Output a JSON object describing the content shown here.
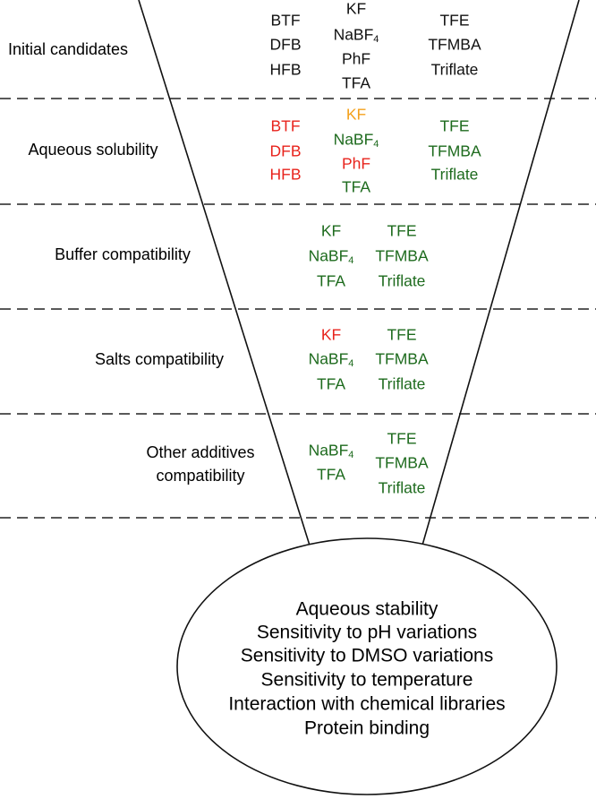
{
  "colors": {
    "neutral": "#111111",
    "fail": "#e8231c",
    "partial": "#f4a11c",
    "pass": "#1e6b1e"
  },
  "stages": [
    {
      "label": [
        "Initial candidates"
      ],
      "columns": [
        [
          {
            "text": "BTF",
            "status": "neutral"
          },
          {
            "text": "DFB",
            "status": "neutral"
          },
          {
            "text": "HFB",
            "status": "neutral"
          }
        ],
        [
          {
            "text": "KF",
            "status": "neutral"
          },
          {
            "text": "NaBF",
            "sub": "4",
            "status": "neutral"
          },
          {
            "text": "PhF",
            "status": "neutral"
          },
          {
            "text": "TFA",
            "status": "neutral"
          }
        ],
        [
          {
            "text": "TFE",
            "status": "neutral"
          },
          {
            "text": "TFMBA",
            "status": "neutral"
          },
          {
            "text": "Triflate",
            "status": "neutral"
          }
        ]
      ]
    },
    {
      "label": [
        "Aqueous solubility"
      ],
      "columns": [
        [
          {
            "text": "BTF",
            "status": "fail"
          },
          {
            "text": "DFB",
            "status": "fail"
          },
          {
            "text": "HFB",
            "status": "fail"
          }
        ],
        [
          {
            "text": "KF",
            "status": "partial"
          },
          {
            "text": "NaBF",
            "sub": "4",
            "status": "pass"
          },
          {
            "text": "PhF",
            "status": "fail"
          },
          {
            "text": "TFA",
            "status": "pass"
          }
        ],
        [
          {
            "text": "TFE",
            "status": "pass"
          },
          {
            "text": "TFMBA",
            "status": "pass"
          },
          {
            "text": "Triflate",
            "status": "pass"
          }
        ]
      ]
    },
    {
      "label": [
        "Buffer compatibility"
      ],
      "columns": [
        [
          {
            "text": "KF",
            "status": "pass"
          },
          {
            "text": "NaBF",
            "sub": "4",
            "status": "pass"
          },
          {
            "text": "TFA",
            "status": "pass"
          }
        ],
        [
          {
            "text": "TFE",
            "status": "pass"
          },
          {
            "text": "TFMBA",
            "status": "pass"
          },
          {
            "text": "Triflate",
            "status": "pass"
          }
        ]
      ]
    },
    {
      "label": [
        "Salts compatibility"
      ],
      "columns": [
        [
          {
            "text": "KF",
            "status": "fail"
          },
          {
            "text": "NaBF",
            "sub": "4",
            "status": "pass"
          },
          {
            "text": "TFA",
            "status": "pass"
          }
        ],
        [
          {
            "text": "TFE",
            "status": "pass"
          },
          {
            "text": "TFMBA",
            "status": "pass"
          },
          {
            "text": "Triflate",
            "status": "pass"
          }
        ]
      ]
    },
    {
      "label": [
        "Other additives",
        "compatibility"
      ],
      "columns": [
        [
          {
            "text": "NaBF",
            "sub": "4",
            "status": "pass"
          },
          {
            "text": "TFA",
            "status": "pass"
          }
        ],
        [
          {
            "text": "TFE",
            "status": "pass"
          },
          {
            "text": "TFMBA",
            "status": "pass"
          },
          {
            "text": "Triflate",
            "status": "pass"
          }
        ]
      ]
    }
  ],
  "outcomes": [
    "Aqueous stability",
    "Sensitivity to pH variations",
    "Sensitivity to DMSO variations",
    "Sensitivity to temperature",
    "Interaction with chemical libraries",
    "Protein binding"
  ]
}
